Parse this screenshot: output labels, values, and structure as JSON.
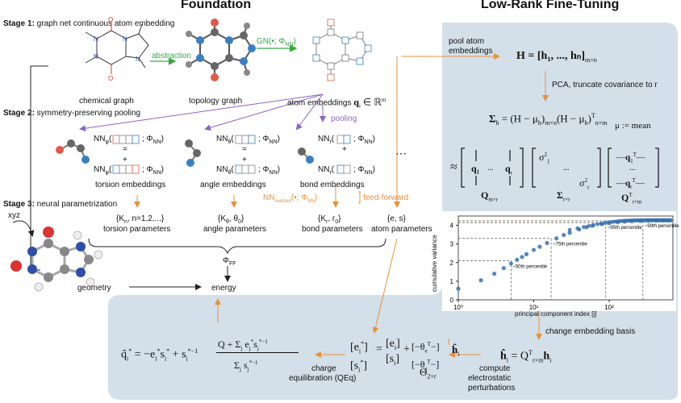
{
  "headers": {
    "left": "Foundation",
    "right": "Low-Rank Fine-Tuning"
  },
  "stages": {
    "s1_label": "Stage 1:",
    "s1_text": " graph net continuous atom embedding",
    "s2_label": "Stage 2:",
    "s2_text": " symmetry-preserving pooling",
    "s3_label": "Stage 3:",
    "s3_text": " neural parametrization"
  },
  "stage1": {
    "chemical_graph": "chemical graph",
    "abstraction": "abstraction",
    "topology_graph": "topology graph",
    "gn_label": "GN(•; Φ",
    "gn_sub": "NN",
    "gn_close": ")",
    "atom_embeddings": "atom embeddings",
    "atom_emb_math": "q",
    "atom_emb_sub": "i",
    "atom_emb_rest": " ∈ ℝ",
    "atom_emb_sup": "m"
  },
  "stage2": {
    "pooling": "pooling",
    "nn_phi": "NN",
    "nn_phi_sub": "φ",
    "nn_theta_sub": "θ",
    "nn_r_sub": "r",
    "phi_nn": "; Φ",
    "nn_sub": "NN",
    "close": ")",
    "equals": "=",
    "plus": "+",
    "ellipsis": "⋯",
    "torsion_emb": "torsion embeddings",
    "angle_emb": "angle embeddings",
    "bond_emb": "bond embeddings",
    "readout": "NN",
    "readout_sub": "readout",
    "readout_rest": "(•; Φ",
    "readout_sub2": "NN",
    "readout_close": ")",
    "feed_forward": "feed-forward"
  },
  "stage3": {
    "xyz": "xyz",
    "torsion_set": "{K",
    "torsion_set_sub": "n",
    "torsion_set_rest": ", n=1,2,...}",
    "torsion_params": "torsion parameters",
    "angle_set": "{K",
    "angle_set_sub": "θ",
    "angle_set_mid": ", θ",
    "angle_set_sub2": "0",
    "angle_set_close": "}",
    "angle_params": "angle parameters",
    "bond_set": "{K",
    "bond_set_sub": "r",
    "bond_set_mid": ", r",
    "bond_set_sub2": "0",
    "bond_set_close": "}",
    "bond_params": "bond parameters",
    "atom_set": "{e, s}",
    "atom_params": "atom parameters",
    "phi_ff": "Φ",
    "phi_ff_sub": "FF",
    "energy": "energy",
    "geometry": "geometry"
  },
  "right": {
    "pool_atom": "pool atom",
    "embeddings": "embeddings",
    "H_eq": "H = [h₁, ..., hₙ]",
    "H_sub": "m×n",
    "pca": "PCA, truncate covariance to r",
    "sigma_eq": "Σ",
    "sigma_sub": "h",
    "sigma_rest": " = (H − μ",
    "sigma_rest2": ")",
    "sigma_rest3": "(H − μ",
    "sigma_rest4": ")",
    "sigma_T": "T",
    "sigma_nxm": "n×m",
    "mu_def": "μ := mean",
    "approx": "≈",
    "Q_label": "Q",
    "Q_sub": "m×r",
    "S_label": "Σ",
    "S_sub": "r×r",
    "QT_label": "Q",
    "QT_sup": "T",
    "QT_sub": "r×m",
    "q1": "q₁",
    "qr": "q",
    "qr_sub": "r",
    "dots": "...",
    "sig1": "σ",
    "sig1_sup": "2",
    "sig1_sub": "1",
    "sigr": "σ",
    "sigr_sub": "r",
    "sigr_sup": "2",
    "change_basis": "change embedding basis",
    "h_hat_eq": "ĥ",
    "h_hat_sub": "i",
    "h_hat_rest": " = Q",
    "h_hat_T": "T",
    "h_hat_rxm": "r×m",
    "h_hat_h": "h",
    "h_hat_hi": "i",
    "compute": "compute",
    "electrostatic": "electrostatic",
    "perturbations": "perturbations",
    "theta_label": "Θ",
    "theta_sub": "2×r",
    "charge": "charge",
    "equil": "equilibration (QEq)"
  },
  "chart_data": {
    "type": "scatter",
    "xlabel": "principal component index [j]",
    "ylabel": "cumulative variance",
    "x_scale": "log",
    "xlim": [
      1,
      700
    ],
    "ylim": [
      0,
      4.5
    ],
    "x_ticks": [
      "10⁰",
      "10¹",
      "10²"
    ],
    "y_ticks": [
      "0",
      "1",
      "2",
      "3",
      "4"
    ],
    "annotations": [
      "~50th percentile",
      "~75th percentile",
      "~95th percentile",
      "~99th percentile"
    ],
    "x": [
      1,
      2,
      3,
      4,
      5,
      6,
      7,
      8,
      10,
      12,
      15,
      20,
      25,
      30,
      40,
      50,
      60,
      80,
      100,
      130,
      160,
      200,
      260,
      330,
      420,
      520,
      650
    ],
    "y": [
      0.6,
      1.05,
      1.4,
      1.7,
      1.95,
      2.15,
      2.3,
      2.45,
      2.68,
      2.85,
      3.05,
      3.3,
      3.48,
      3.6,
      3.78,
      3.9,
      3.98,
      4.07,
      4.12,
      4.17,
      4.2,
      4.22,
      4.24,
      4.25,
      4.26,
      4.26,
      4.27
    ]
  }
}
